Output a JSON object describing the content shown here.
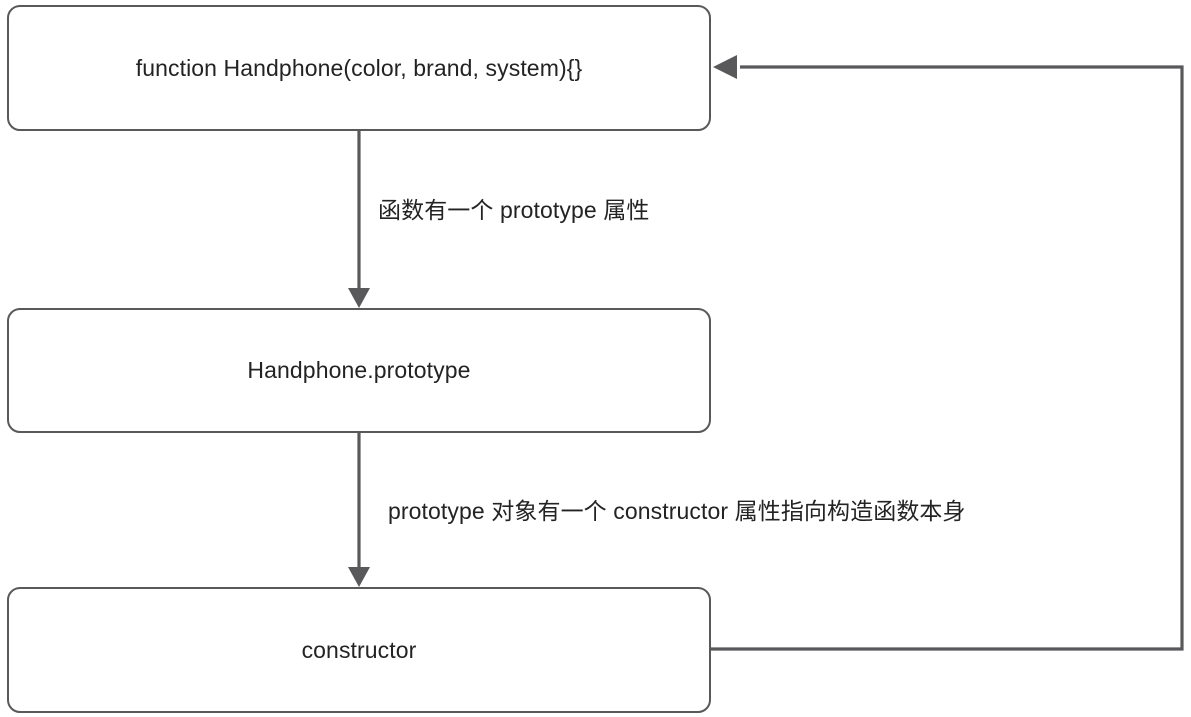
{
  "diagram": {
    "type": "flowchart",
    "direction": "top-to-bottom-with-feedback-loop",
    "colors": {
      "stroke": "#59595c",
      "text": "#232323",
      "node_fill": "#ffffff",
      "background": "#ffffff"
    },
    "nodes": [
      {
        "id": "constructor-fn",
        "label": "function Handphone(color, brand, system){}"
      },
      {
        "id": "prototype",
        "label": "Handphone.prototype"
      },
      {
        "id": "constructor",
        "label": "constructor"
      }
    ],
    "edges": [
      {
        "id": "fn-to-prototype",
        "from": "constructor-fn",
        "to": "prototype",
        "label": "函数有一个 prototype 属性",
        "arrow": "down"
      },
      {
        "id": "prototype-to-constructor",
        "from": "prototype",
        "to": "constructor",
        "label": "prototype 对象有一个 constructor 属性指向构造函数本身",
        "arrow": "down"
      },
      {
        "id": "constructor-back-to-fn",
        "from": "constructor",
        "to": "constructor-fn",
        "label": "",
        "arrow": "left"
      }
    ]
  }
}
